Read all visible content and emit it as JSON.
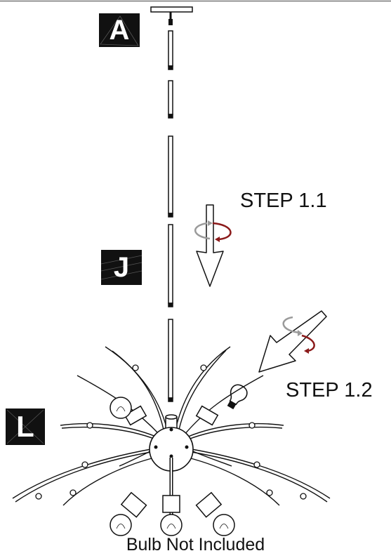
{
  "labels": {
    "step_1_1": "STEP 1.1",
    "step_1_2": "STEP 1.2",
    "bulb_note": "Bulb Not Included"
  },
  "parts": {
    "a": "A",
    "j": "J",
    "l": "L"
  },
  "colors": {
    "line": "#111111",
    "rotate_gray": "#9a9a9a",
    "rotate_red": "#8b1a1a",
    "badge_bg": "#111111",
    "badge_text": "#ffffff"
  },
  "icons": [
    "canopy-icon",
    "rod-icon",
    "down-arrow-icon",
    "rotate-arrow-icon",
    "diagonal-arrow-icon",
    "light-bulb-icon",
    "chandelier-icon"
  ]
}
